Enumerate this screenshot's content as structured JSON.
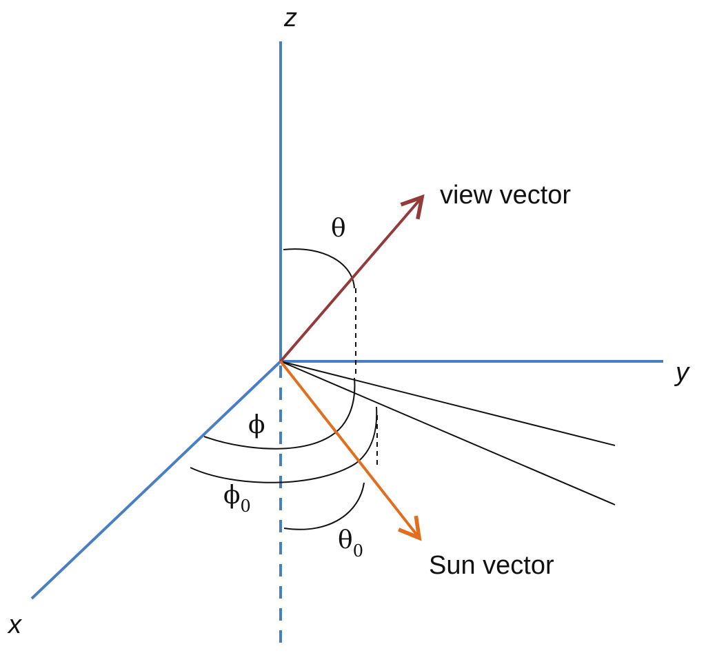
{
  "axes": {
    "x_label": "x",
    "y_label": "y",
    "z_label": "z"
  },
  "vectors": {
    "view": {
      "label": "view vector",
      "color": "#943a3a"
    },
    "sun": {
      "label": "Sun vector",
      "color": "#e26d1c"
    }
  },
  "angles": {
    "theta": "θ",
    "theta0_main": "θ",
    "theta0_sub": "0",
    "phi": "ϕ",
    "phi0_main": "ϕ",
    "phi0_sub": "0"
  },
  "colors": {
    "axis": "#4a7ec4",
    "lines": "#111111"
  }
}
